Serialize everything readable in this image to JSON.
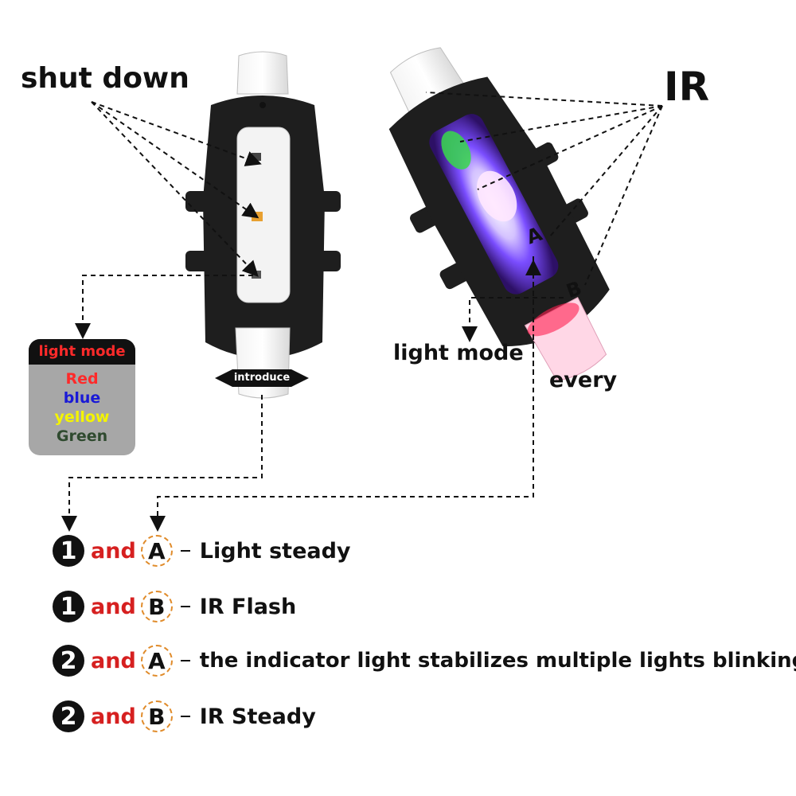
{
  "labels": {
    "shut_down": "shut down",
    "ir": "IR",
    "light_mode_right": "light mode",
    "every": "every",
    "introduce": "introduce",
    "marker_a": "A",
    "marker_b": "B"
  },
  "mode_box": {
    "title": "light mode",
    "items": [
      {
        "text": "Red",
        "color": "#ff2a2a"
      },
      {
        "text": "blue",
        "color": "#1a1ad6"
      },
      {
        "text": "yellow",
        "color": "#f4f400"
      },
      {
        "text": "Green",
        "color": "#2f4a2f"
      }
    ]
  },
  "instructions": [
    {
      "number": "1",
      "connector": "and",
      "letter": "A",
      "text": "Light steady"
    },
    {
      "number": "1",
      "connector": "and",
      "letter": "B",
      "text": "IR Flash"
    },
    {
      "number": "2",
      "connector": "and",
      "letter": "A",
      "text": "the indicator light stabilizes multiple lights blinking"
    },
    {
      "number": "2",
      "connector": "and",
      "letter": "B",
      "text": "IR Steady"
    }
  ],
  "colors": {
    "accent_red": "#d62020",
    "letter_ring": "#e08b2a",
    "device_body": "#1e1e1e"
  }
}
